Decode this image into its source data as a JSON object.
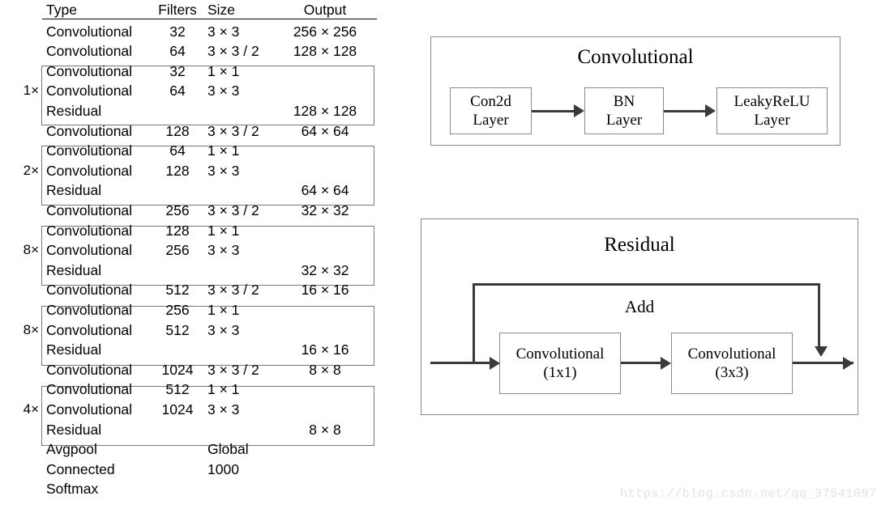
{
  "table": {
    "headers": {
      "type": "Type",
      "filters": "Filters",
      "size": "Size",
      "output": "Output"
    },
    "rows": [
      {
        "mult": "",
        "type": "Convolutional",
        "filters": "32",
        "size": "3 × 3",
        "output": "256 × 256"
      },
      {
        "mult": "",
        "type": "Convolutional",
        "filters": "64",
        "size": "3 × 3 / 2",
        "output": "128 × 128"
      },
      {
        "mult": "",
        "type": "Convolutional",
        "filters": "32",
        "size": "1 × 1",
        "output": ""
      },
      {
        "mult": "1×",
        "type": "Convolutional",
        "filters": "64",
        "size": "3 × 3",
        "output": ""
      },
      {
        "mult": "",
        "type": "Residual",
        "filters": "",
        "size": "",
        "output": "128 × 128"
      },
      {
        "mult": "",
        "type": "Convolutional",
        "filters": "128",
        "size": "3 × 3 / 2",
        "output": "64 × 64"
      },
      {
        "mult": "",
        "type": "Convolutional",
        "filters": "64",
        "size": "1 × 1",
        "output": ""
      },
      {
        "mult": "2×",
        "type": "Convolutional",
        "filters": "128",
        "size": "3 × 3",
        "output": ""
      },
      {
        "mult": "",
        "type": "Residual",
        "filters": "",
        "size": "",
        "output": "64 × 64"
      },
      {
        "mult": "",
        "type": "Convolutional",
        "filters": "256",
        "size": "3 × 3 / 2",
        "output": "32 × 32"
      },
      {
        "mult": "",
        "type": "Convolutional",
        "filters": "128",
        "size": "1 × 1",
        "output": ""
      },
      {
        "mult": "8×",
        "type": "Convolutional",
        "filters": "256",
        "size": "3 × 3",
        "output": ""
      },
      {
        "mult": "",
        "type": "Residual",
        "filters": "",
        "size": "",
        "output": "32 × 32"
      },
      {
        "mult": "",
        "type": "Convolutional",
        "filters": "512",
        "size": "3 × 3 / 2",
        "output": "16 × 16"
      },
      {
        "mult": "",
        "type": "Convolutional",
        "filters": "256",
        "size": "1 × 1",
        "output": ""
      },
      {
        "mult": "8×",
        "type": "Convolutional",
        "filters": "512",
        "size": "3 × 3",
        "output": ""
      },
      {
        "mult": "",
        "type": "Residual",
        "filters": "",
        "size": "",
        "output": "16 × 16"
      },
      {
        "mult": "",
        "type": "Convolutional",
        "filters": "1024",
        "size": "3 × 3 / 2",
        "output": "8 × 8"
      },
      {
        "mult": "",
        "type": "Convolutional",
        "filters": "512",
        "size": "1 × 1",
        "output": ""
      },
      {
        "mult": "4×",
        "type": "Convolutional",
        "filters": "1024",
        "size": "3 × 3",
        "output": ""
      },
      {
        "mult": "",
        "type": "Residual",
        "filters": "",
        "size": "",
        "output": "8 × 8"
      },
      {
        "mult": "",
        "type": "Avgpool",
        "filters": "",
        "size": "Global",
        "output": ""
      },
      {
        "mult": "",
        "type": "Connected",
        "filters": "",
        "size": "1000",
        "output": ""
      },
      {
        "mult": "",
        "type": "Softmax",
        "filters": "",
        "size": "",
        "output": ""
      }
    ]
  },
  "conv_diagram": {
    "title": "Convolutional",
    "blocks": [
      {
        "line1": "Con2d",
        "line2": "Layer"
      },
      {
        "line1": "BN",
        "line2": "Layer"
      },
      {
        "line1": "LeakyReLU",
        "line2": "Layer"
      }
    ]
  },
  "residual_diagram": {
    "title": "Residual",
    "add_label": "Add",
    "blocks": [
      {
        "line1": "Convolutional",
        "line2": "(1x1)"
      },
      {
        "line1": "Convolutional",
        "line2": "(3x3)"
      }
    ]
  },
  "watermark": {
    "text": "https://blog.csdn.net/qq_37541097"
  },
  "colors": {
    "text": "#000000",
    "box_border": "#8a8a8a",
    "connector": "#3a3a3a",
    "watermark": "#e2e2e2"
  }
}
